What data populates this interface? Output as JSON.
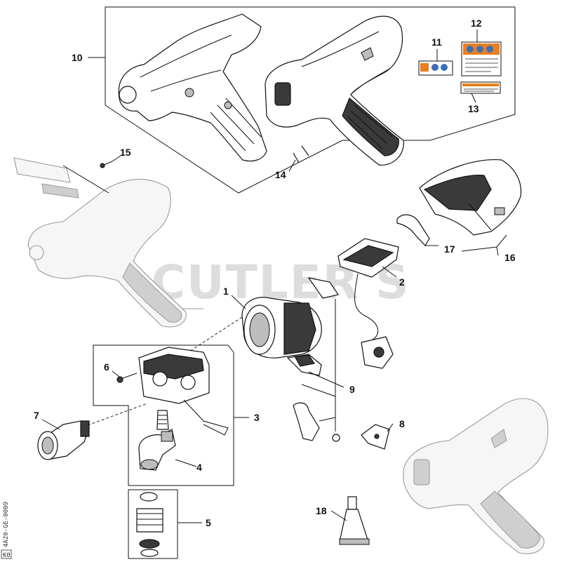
{
  "watermark": "CUTLER'S",
  "drawing_code": "4A20-GE-0009",
  "drawing_code_tag": "K0",
  "callouts": {
    "c1": "1",
    "c2": "2",
    "c3": "3",
    "c4": "4",
    "c5": "5",
    "c6": "6",
    "c7": "7",
    "c8": "8",
    "c9": "9",
    "c10": "10",
    "c11": "11",
    "c12": "12",
    "c13": "13",
    "c14": "14",
    "c15": "15",
    "c16": "16",
    "c17": "17",
    "c18": "18"
  },
  "colors": {
    "ink": "#111111",
    "ghost": "#9a9a9a",
    "watermark": "#d8d8d8",
    "warning_orange": "#e8801f",
    "label_blue": "#3d6fb6"
  }
}
